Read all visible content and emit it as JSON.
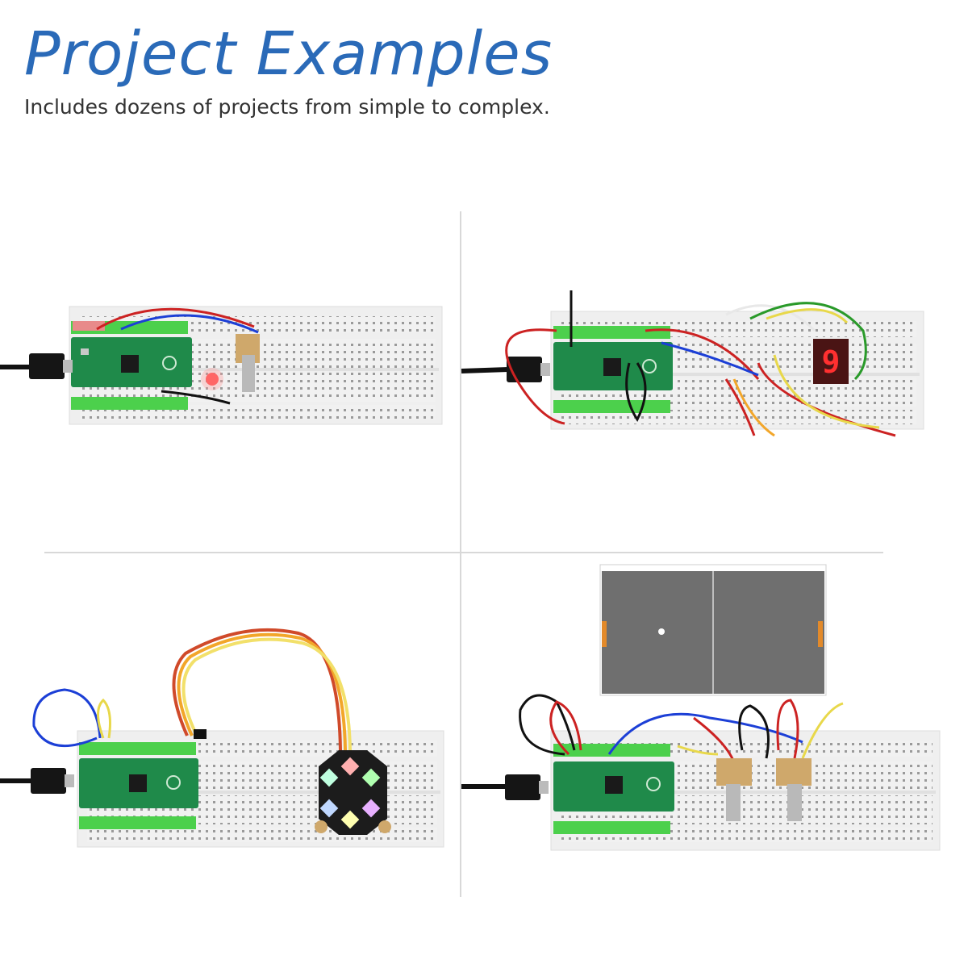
{
  "header": {
    "title": "Project Examples",
    "subtitle": "Includes dozens of projects from simple to complex."
  },
  "colors": {
    "title": "#2a6ab8",
    "subtitle": "#333333",
    "breadboard": "#f1f1f1",
    "pico_green": "#1f8a4a",
    "rail_green": "#4cd04c",
    "screen_gray": "#6f6f6f"
  },
  "panels": [
    {
      "name": "potentiometer-led"
    },
    {
      "name": "seven-segment-display"
    },
    {
      "name": "rgb-led-ring"
    },
    {
      "name": "pong-game-potentiometers"
    }
  ]
}
